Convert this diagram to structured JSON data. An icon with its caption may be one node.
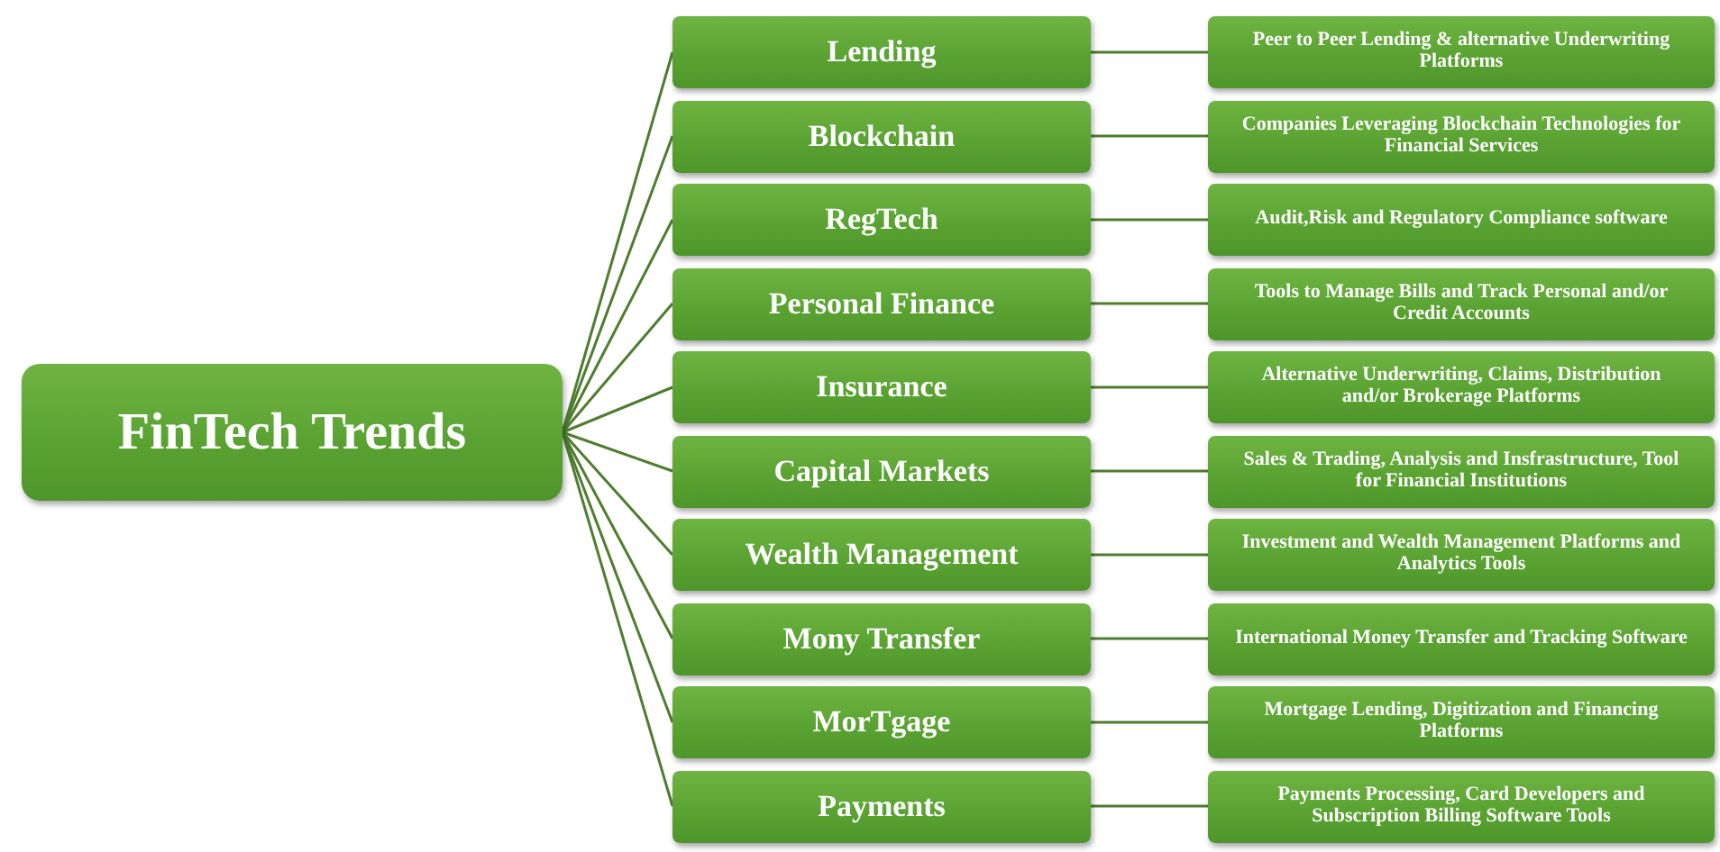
{
  "diagram": {
    "nodes": [
      {
        "text": [
          "FinTech Trends"
        ]
      },
      {
        "text": [
          "Lending"
        ]
      },
      {
        "text": [
          "Blockchain"
        ]
      },
      {
        "text": [
          "RegTech"
        ]
      },
      {
        "text": [
          "Personal Finance"
        ]
      },
      {
        "text": [
          "Insurance"
        ]
      },
      {
        "text": [
          "Capital Markets"
        ]
      },
      {
        "text": [
          "Wealth Management"
        ]
      },
      {
        "text": [
          "Mony Transfer"
        ]
      },
      {
        "text": [
          "MorTgage"
        ]
      },
      {
        "text": [
          "Payments"
        ]
      },
      {
        "text": [
          "Peer to Peer Lending & alternative Underwriting Platforms"
        ]
      },
      {
        "text": [
          "Companies Leveraging Blockchain Technologies for Financial Services"
        ]
      },
      {
        "text": [
          "Audit,Risk and Regulatory Compliance software"
        ]
      },
      {
        "text": [
          "Tools to Manage Bills and Track Personal and/or Credit Accounts"
        ]
      },
      {
        "text": [
          "Alternative Underwriting, Claims, Distribution and/or Brokerage Platforms"
        ]
      },
      {
        "text": [
          "Sales & Trading, Analysis and Insfrastructure, Tool for Financial Institutions"
        ]
      },
      {
        "text": [
          "Investment and Wealth Management Platforms and Analytics Tools"
        ]
      },
      {
        "text": [
          "International Money Transfer and Tracking Software"
        ]
      },
      {
        "text": [
          "Mortgage Lending, Digitization and Financing Platforms"
        ]
      },
      {
        "text": [
          "Payments Processing, Card Developers and Subscription Billing Software Tools"
        ]
      }
    ],
    "edges": [
      {
        "from": 0,
        "to": 1,
        "arrow": "none"
      },
      {
        "from": 0,
        "to": 2,
        "arrow": "none"
      },
      {
        "from": 0,
        "to": 3,
        "arrow": "none"
      },
      {
        "from": 0,
        "to": 4,
        "arrow": "none"
      },
      {
        "from": 0,
        "to": 5,
        "arrow": "none"
      },
      {
        "from": 0,
        "to": 6,
        "arrow": "none"
      },
      {
        "from": 0,
        "to": 7,
        "arrow": "none"
      },
      {
        "from": 0,
        "to": 8,
        "arrow": "none"
      },
      {
        "from": 0,
        "to": 9,
        "arrow": "none"
      },
      {
        "from": 0,
        "to": 10,
        "arrow": "none"
      },
      {
        "from": 1,
        "to": 11,
        "arrow": "none"
      },
      {
        "from": 2,
        "to": 12,
        "arrow": "none"
      },
      {
        "from": 3,
        "to": 13,
        "arrow": "none"
      },
      {
        "from": 4,
        "to": 14,
        "arrow": "none"
      },
      {
        "from": 5,
        "to": 15,
        "arrow": "none"
      },
      {
        "from": 6,
        "to": 16,
        "arrow": "none"
      },
      {
        "from": 7,
        "to": 17,
        "arrow": "none"
      },
      {
        "from": 8,
        "to": 18,
        "arrow": "none"
      },
      {
        "from": 9,
        "to": 19,
        "arrow": "none"
      },
      {
        "from": 10,
        "to": 20,
        "arrow": "none"
      }
    ]
  }
}
